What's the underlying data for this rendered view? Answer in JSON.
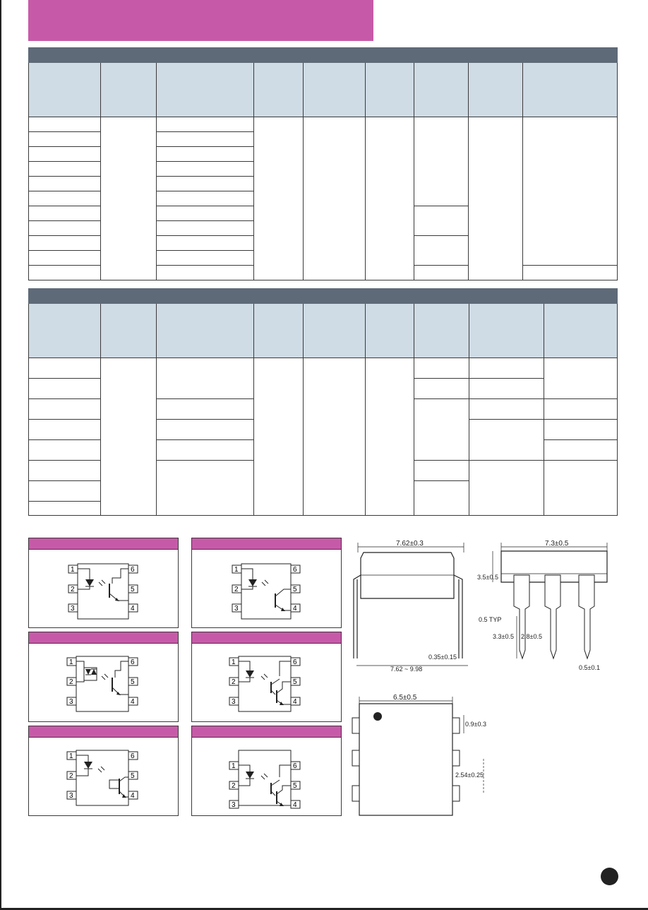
{
  "pin_numbers": [
    "1",
    "2",
    "3",
    "4",
    "5",
    "6"
  ],
  "dimensions": {
    "front": {
      "width": "7.62±0.3",
      "lead_thickness": "0.35±0.15",
      "lead_spread": "7.62 ~ 9.98"
    },
    "side": {
      "width": "7.3±0.5",
      "body_height": "3.5±0.5",
      "standoff": "0.5 TYP",
      "lead_length": "3.3±0.5",
      "lead_length_2": "2.8±0.5",
      "lead_width": "0.5±0.1"
    },
    "top": {
      "width": "6.5±0.5",
      "pin_offset": "0.9±0.3",
      "pitch": "2.54±0.25"
    }
  },
  "colors": {
    "accent": "#c75aa8",
    "header_bar": "#5f6a78",
    "header_fill": "#cfdbe5",
    "ink": "#222222"
  }
}
